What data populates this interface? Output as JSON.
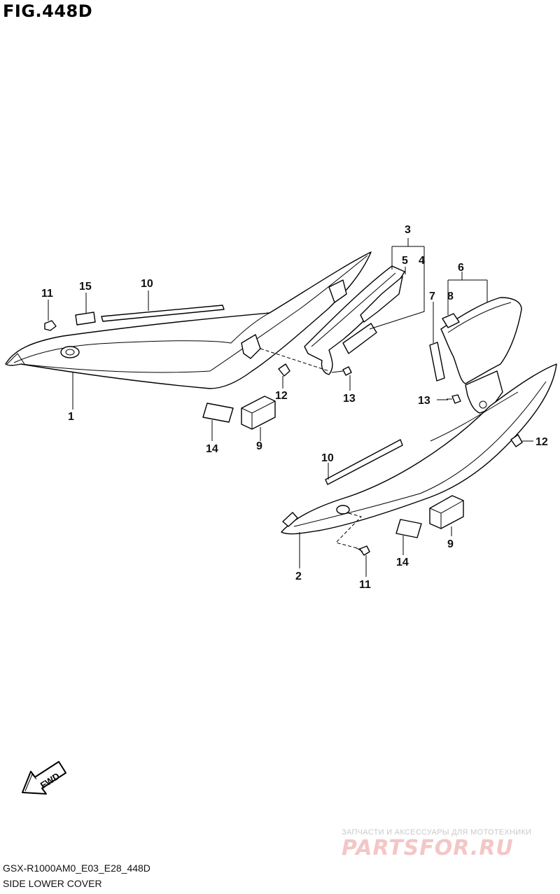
{
  "figure": {
    "title": "FIG.448D"
  },
  "callouts": {
    "c1": "1",
    "c2": "2",
    "c3": "3",
    "c4": "4",
    "c5": "5",
    "c6": "6",
    "c7": "7",
    "c8": "8",
    "c9a": "9",
    "c9b": "9",
    "c10a": "10",
    "c10b": "10",
    "c11a": "11",
    "c11b": "11",
    "c12a": "12",
    "c12b": "12",
    "c13a": "13",
    "c13b": "13",
    "c14a": "14",
    "c14b": "14",
    "c15": "15"
  },
  "fwd_arrow": {
    "label": "FWD",
    "icon": "forward-arrow-icon"
  },
  "footer": {
    "code": "GSX-R1000AM0_E03_E28_448D",
    "caption": "SIDE LOWER COVER"
  },
  "watermark": {
    "subtitle": "ЗАПЧАСТИ И АКСЕССУАРЫ ДЛЯ МОТОТЕХНИКИ",
    "brand": "PARTSFOR.RU"
  }
}
